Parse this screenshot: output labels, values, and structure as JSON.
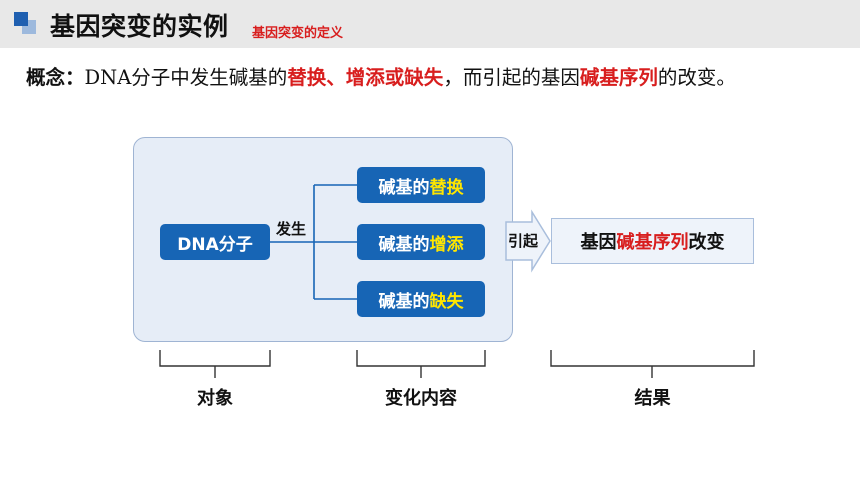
{
  "header": {
    "title": "基因突变的实例",
    "subtitle": "基因突变的定义"
  },
  "concept": {
    "label": "概念：",
    "part1": "DNA分子中发生碱基的",
    "highlight1": "替换、增添或缺失",
    "part2": "，而引起的基因",
    "highlight2": "碱基序列",
    "part3": "的改变。"
  },
  "diagram": {
    "object_box": "DNA分子",
    "occur_label": "发生",
    "changes": [
      {
        "prefix": "碱基的",
        "keyword": "替换"
      },
      {
        "prefix": "碱基的",
        "keyword": "增添"
      },
      {
        "prefix": "碱基的",
        "keyword": "缺失"
      }
    ],
    "cause_label": "引起",
    "result": {
      "prefix": "基因",
      "keyword": "碱基序列",
      "suffix": "改变"
    },
    "brackets": [
      "对象",
      "变化内容",
      "结果"
    ]
  },
  "colors": {
    "accent_blue": "#1765b5",
    "highlight_yellow": "#ffe600",
    "highlight_red": "#d81e1e",
    "panel_bg": "#e6edf7"
  }
}
